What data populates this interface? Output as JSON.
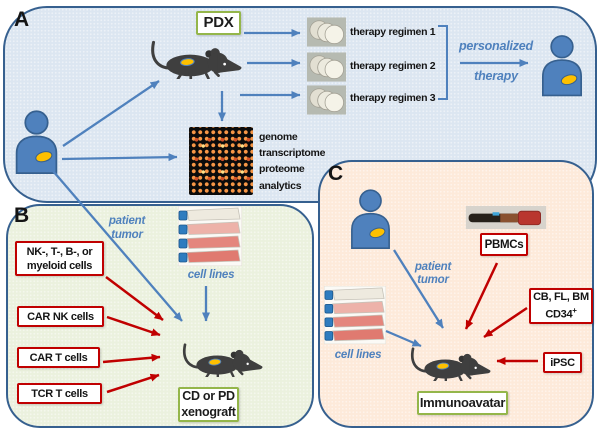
{
  "figure": {
    "panel_a": {
      "label": "A",
      "pdx_box": "PDX",
      "therapy_regimens": [
        "therapy regimen 1",
        "therapy regimen 2",
        "therapy regimen 3"
      ],
      "personalized_therapy": {
        "line1": "personalized",
        "line2": "therapy"
      },
      "analytics_lines": [
        "genome",
        "transcriptome",
        "proteome",
        "analytics"
      ]
    },
    "panel_b": {
      "label": "B",
      "patient_tumor": {
        "line1": "patient",
        "line2": "tumor"
      },
      "cell_lines": "cell lines",
      "nk_box": {
        "line1": "NK-, T-, B-, or",
        "line2": "myeloid cells"
      },
      "car_nk_box": "CAR NK cells",
      "car_t_box": "CAR T cells",
      "tcr_t_box": "TCR T cells",
      "xenograft_box": {
        "line1": "CD or PD",
        "line2": "xenograft"
      }
    },
    "panel_c": {
      "label": "C",
      "patient_tumor": {
        "line1": "patient",
        "line2": "tumor"
      },
      "cell_lines": "cell lines",
      "pbmcs_box": "PBMCs",
      "cd34_box": {
        "line1": "CB, FL, BM",
        "line2_base": "CD34",
        "line2_sup": "+"
      },
      "ipsc_box": "iPSC",
      "immunoavatar_box": "Immunoavatar"
    },
    "colors": {
      "panel_a_bg": "#dce6f1",
      "panel_b_bg": "#ebf1de",
      "panel_c_bg": "#fdeada",
      "panel_border": "#36608f",
      "blue_accent": "#4f81bd",
      "red_accent": "#c00000",
      "green_accent": "#94b64a",
      "tumor_yellow": "#fec000",
      "mouse_gray": "#3f3f3f"
    }
  }
}
